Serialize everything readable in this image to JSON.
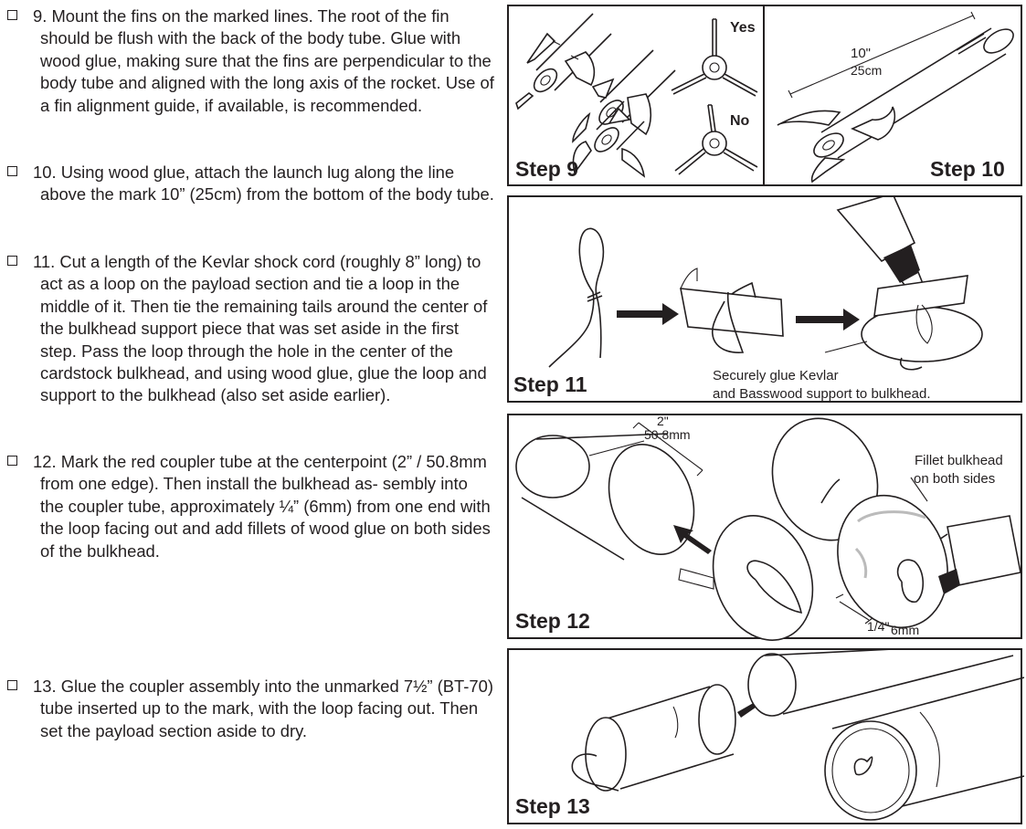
{
  "instructions": [
    {
      "number": "9.",
      "text": "Mount the fins on the marked lines. The root of the fin should be flush with the back of the body tube. Glue with wood glue, making sure that the fins are perpendicular to the body tube and aligned with the long axis of the rocket. Use of a fin alignment guide, if available, is recommended."
    },
    {
      "number": "10.",
      "text": "Using wood glue, attach the launch lug along the line above the mark 10” (25cm) from the bottom of the body tube."
    },
    {
      "number": "11.",
      "text": "Cut a length of the Kevlar shock cord (roughly 8” long) to act as a loop on the payload section and tie a loop in the middle of it. Then tie the remaining tails around the center of the bulkhead support piece that was set aside in the first step. Pass the loop through the hole in the center of the cardstock bulkhead, and using wood glue, glue the loop and support to the bulkhead (also set aside earlier)."
    },
    {
      "number": "12.",
      "text": "Mark the red coupler tube at the centerpoint (2” / 50.8mm from one edge). Then install the bulkhead as- sembly into the coupler tube, approximately ¼” (6mm) from one end with the loop facing out and add fillets of wood glue on both sides of the bulkhead."
    },
    {
      "number": "13.",
      "text": "Glue the coupler assembly into the unmarked 7½” (BT-70) tube inserted up to the mark, with the loop facing out. Then set the payload section aside to dry."
    }
  ],
  "figures": {
    "step9": {
      "label": "Step 9",
      "yes": "Yes",
      "no": "No"
    },
    "step10": {
      "label": "Step 10",
      "dim_in": "10\"",
      "dim_cm": "25cm"
    },
    "step11": {
      "label": "Step 11",
      "caption_line1": "Securely glue Kevlar",
      "caption_line2": "and Basswood support to bulkhead."
    },
    "step12": {
      "label": "Step 12",
      "dim_in": "2\"",
      "dim_mm": "50.8mm",
      "fillet_line1": "Fillet bulkhead",
      "fillet_line2": "on both sides",
      "depth_in": "1/4\"",
      "depth_mm": "6mm"
    },
    "step13": {
      "label": "Step 13"
    }
  }
}
